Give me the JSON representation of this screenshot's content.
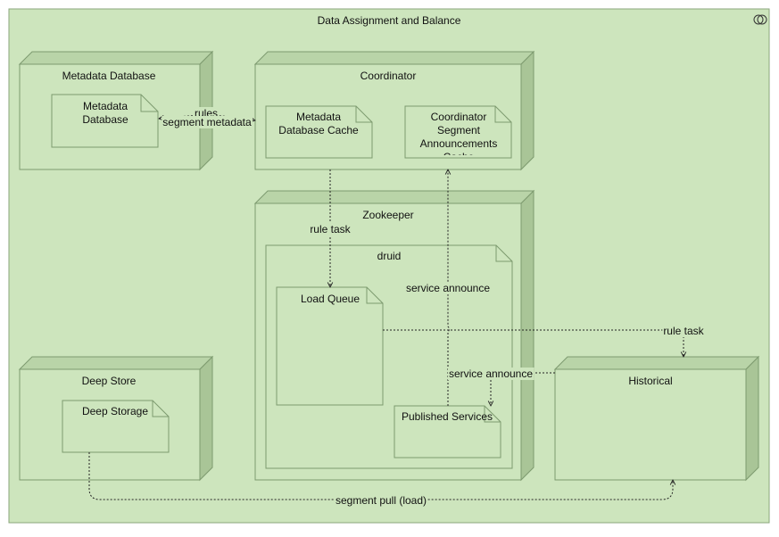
{
  "diagram": {
    "title": "Data Assignment and Balance",
    "nodes": {
      "metadata_database": {
        "label": "Metadata Database",
        "artifact_line1": "Metadata",
        "artifact_line2": "Database"
      },
      "coordinator": {
        "label": "Coordinator",
        "cache_line1": "Metadata",
        "cache_line2": "Database Cache",
        "announce_line1": "Coordinator",
        "announce_line2": "Segment",
        "announce_line3": "Announcements",
        "announce_line4": "Cache"
      },
      "zookeeper": {
        "label": "Zookeeper",
        "druid_label": "druid",
        "load_queue": "Load Queue",
        "published_services": "Published Services"
      },
      "deep_store": {
        "label": "Deep Store",
        "artifact": "Deep Storage"
      },
      "historical": {
        "label": "Historical"
      }
    },
    "edges": {
      "rules": "rules",
      "segment_metadata": "segment metadata",
      "rule_task_zk": "rule task",
      "service_announce_up": "service announce",
      "rule_task_hist": "rule task",
      "service_announce_hist": "service announce",
      "segment_pull": "segment pull (load)"
    },
    "colors": {
      "frame_fill": "#cde5bd",
      "frame_stroke": "#8aa67c",
      "node_front": "#cde5bd",
      "node_top": "#b9d4a8",
      "node_side": "#a9c597",
      "stroke": "#7d9a6f",
      "edge": "#222222"
    }
  }
}
